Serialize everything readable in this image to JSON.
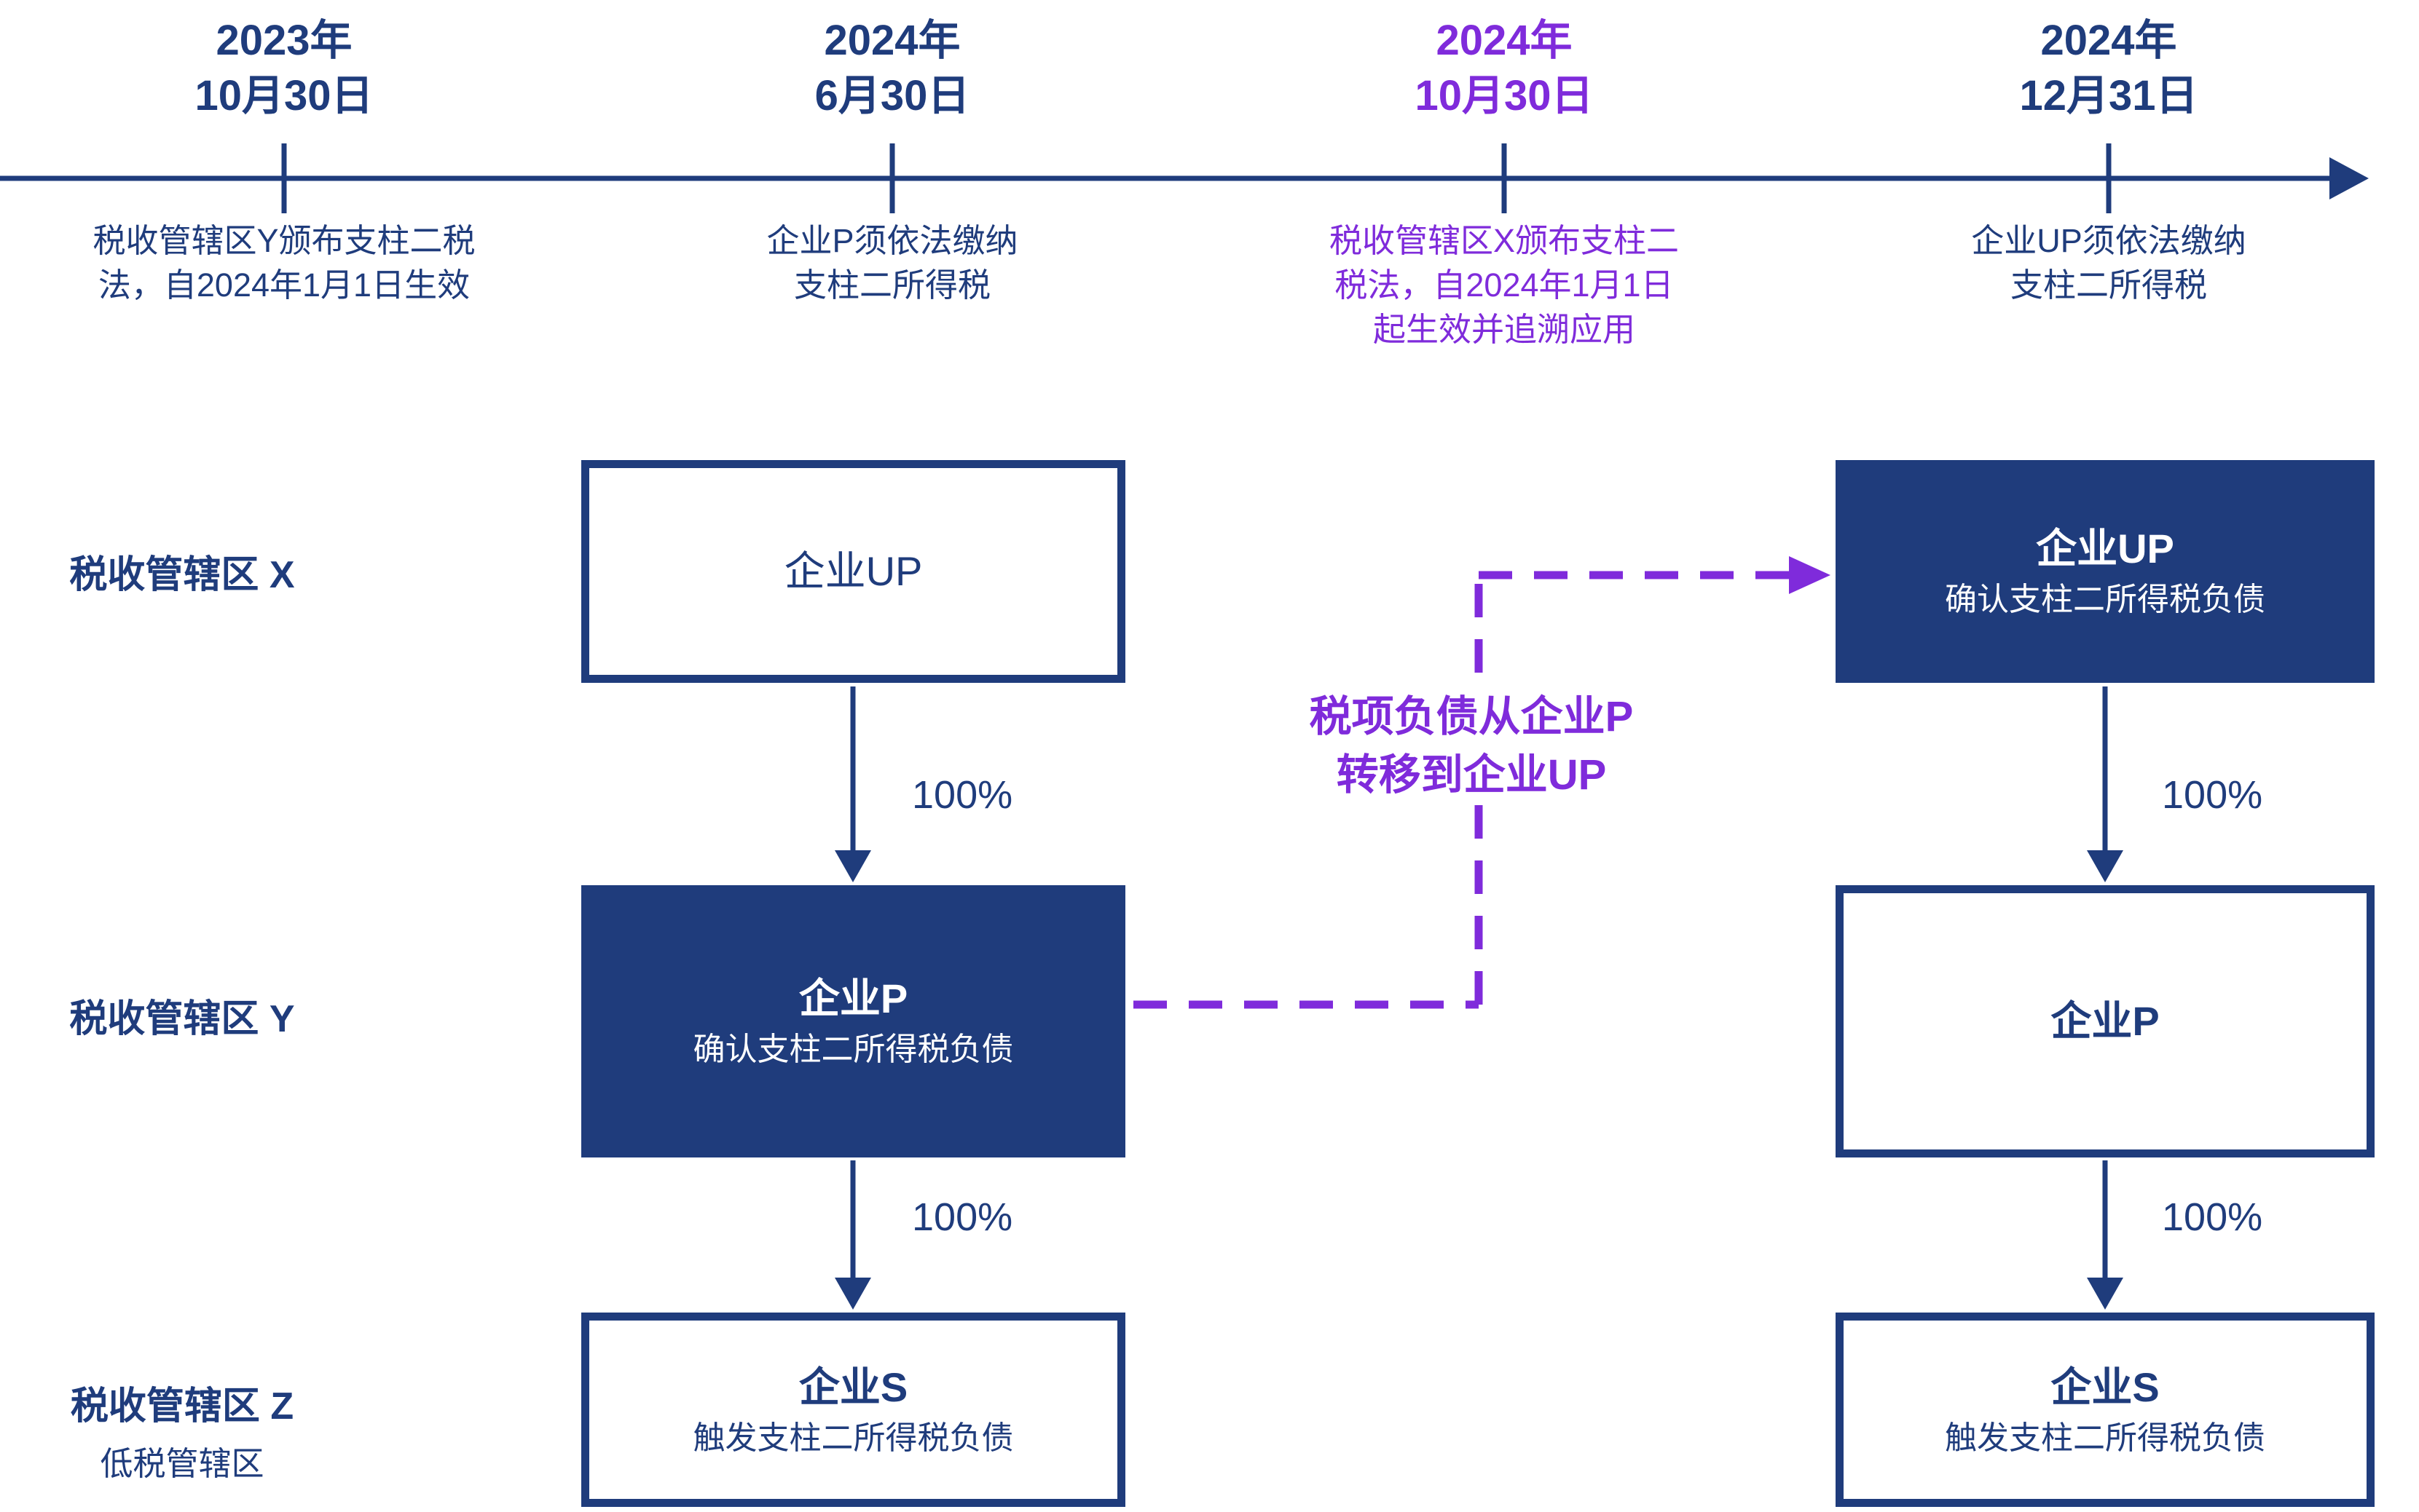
{
  "colors": {
    "navy": "#1F3C7C",
    "purple": "#7F2BDB",
    "background": "#FFFFFF"
  },
  "timeline": {
    "events": [
      {
        "date_line1": "2023年",
        "date_line2": "10月30日",
        "desc_lines": [
          "税收管辖区Y颁布支柱二税",
          "法，自2024年1月1日生效"
        ]
      },
      {
        "date_line1": "2024年",
        "date_line2": "6月30日",
        "desc_lines": [
          "企业P须依法缴纳",
          "支柱二所得税"
        ]
      },
      {
        "date_line1": "2024年",
        "date_line2": "10月30日",
        "desc_lines": [
          "税收管辖区X颁布支柱二",
          "税法，自2024年1月1日",
          "起生效并追溯应用"
        ]
      },
      {
        "date_line1": "2024年",
        "date_line2": "12月31日",
        "desc_lines": [
          "企业UP须依法缴纳",
          "支柱二所得税"
        ]
      }
    ]
  },
  "rows": [
    {
      "label": "税收管辖区 X"
    },
    {
      "label": "税收管辖区 Y"
    },
    {
      "label": "税收管辖区 Z",
      "sublabel": "低税管辖区"
    }
  ],
  "left_structure": {
    "up_box": {
      "title": "企业UP"
    },
    "p_box": {
      "title": "企业P",
      "subtitle": "确认支柱二所得税负债"
    },
    "s_box": {
      "title": "企业S",
      "subtitle": "触发支柱二所得税负债"
    },
    "ownership_top": "100%",
    "ownership_bottom": "100%"
  },
  "right_structure": {
    "up_box": {
      "title": "企业UP",
      "subtitle": "确认支柱二所得税负债"
    },
    "p_box": {
      "title": "企业P"
    },
    "s_box": {
      "title": "企业S",
      "subtitle": "触发支柱二所得税负债"
    },
    "ownership_top": "100%",
    "ownership_bottom": "100%"
  },
  "transfer_note": {
    "line1": "税项负债从企业P",
    "line2": "转移到企业UP"
  }
}
